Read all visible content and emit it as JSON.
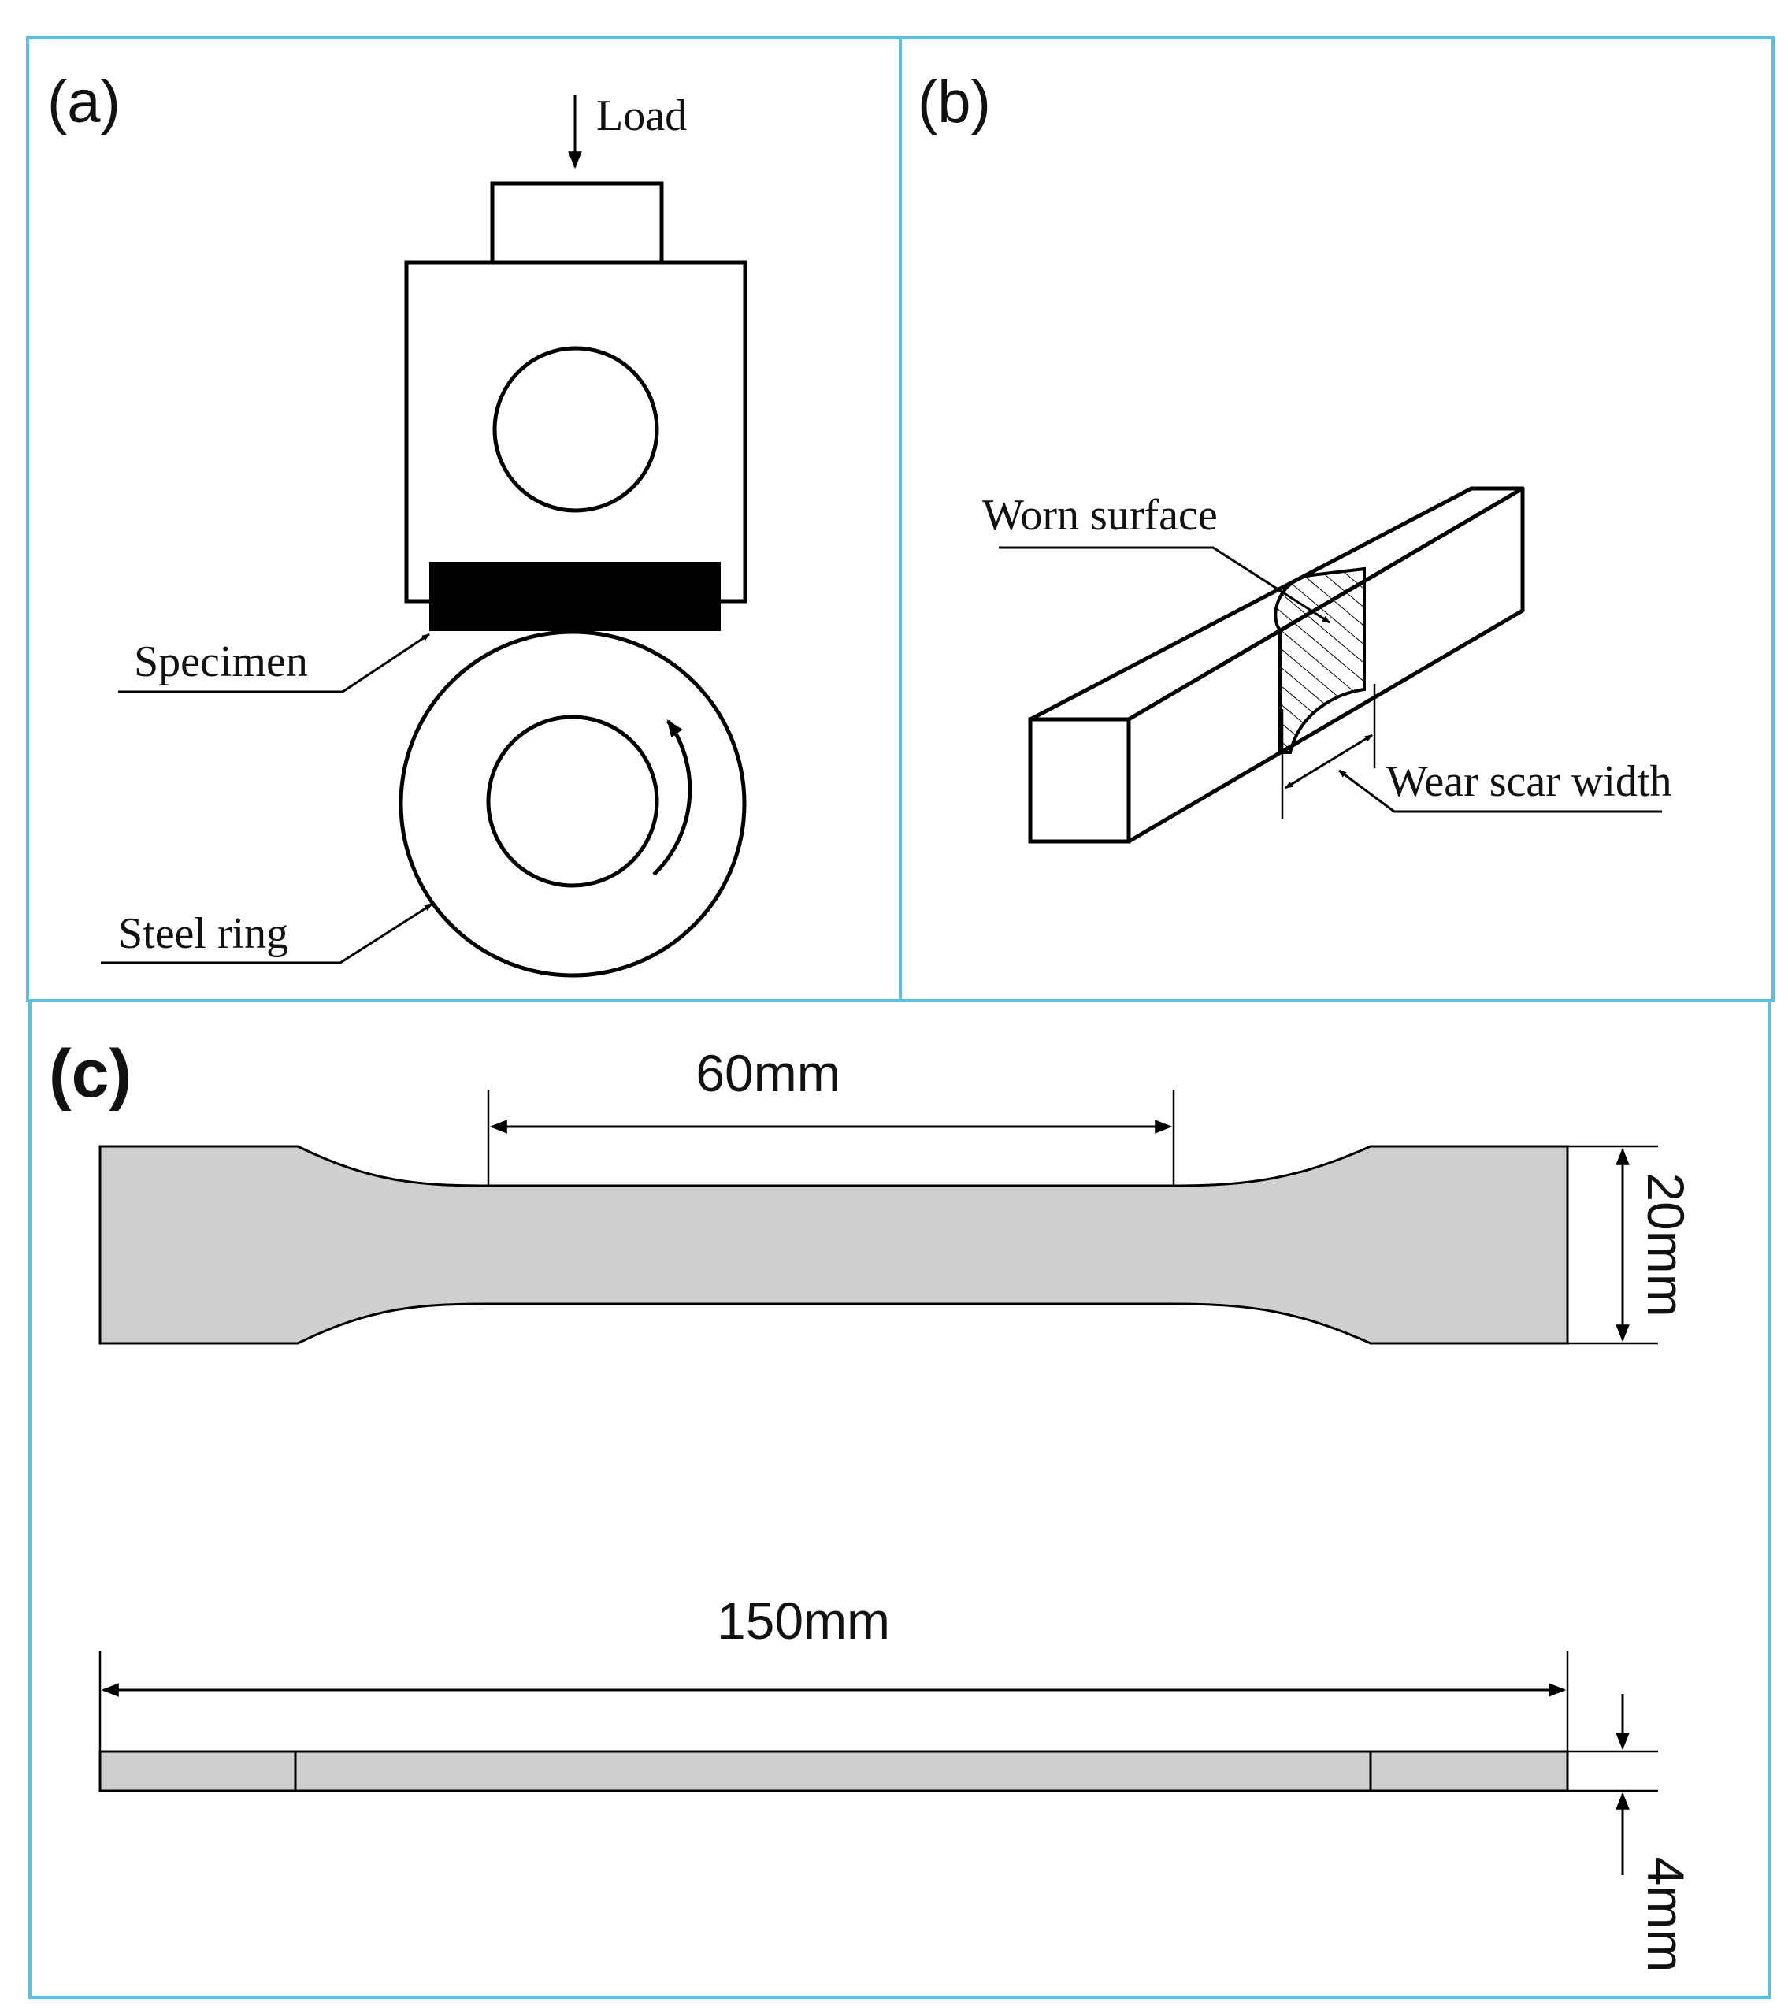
{
  "panels": {
    "a": {
      "tag": "(a)",
      "load_label": "Load",
      "specimen_label": "Specimen",
      "ring_label": "Steel ring"
    },
    "b": {
      "tag": "(b)",
      "worn_label": "Worn surface",
      "scar_label": "Wear scar width"
    },
    "c": {
      "tag": "(c)",
      "gauge_length": "60mm",
      "width": "20mm",
      "total_length": "150mm",
      "thickness": "4mm"
    }
  },
  "colors": {
    "panel_border": "#5bbfe0",
    "specimen_fill": "#cfcfcf",
    "line": "#000000"
  }
}
